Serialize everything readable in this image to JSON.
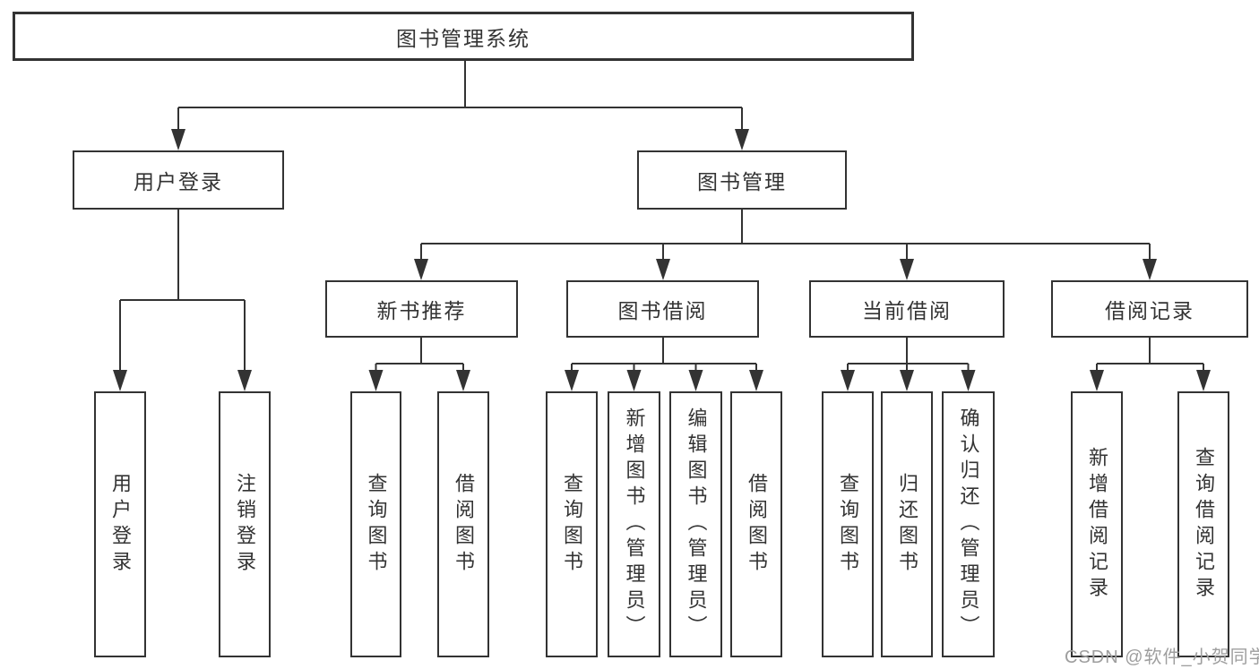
{
  "diagram": {
    "root": "图书管理系统",
    "level2": [
      "用户登录",
      "图书管理"
    ],
    "level3": [
      "新书推荐",
      "图书借阅",
      "当前借阅",
      "借阅记录"
    ],
    "leaves": {
      "user_login": [
        "用户登录",
        "注销登录"
      ],
      "new_book": [
        "查询图书",
        "借阅图书"
      ],
      "book_borrow": [
        "查询图书",
        "新增图书（管理员）",
        "编辑图书（管理员）",
        "借阅图书"
      ],
      "current_borrow": [
        "查询图书",
        "归还图书",
        "确认归还（管理员）"
      ],
      "borrow_record": [
        "新增借阅记录",
        "查询借阅记录"
      ]
    }
  },
  "watermark": "CSDN @软件_小贺同学",
  "colors": {
    "line": "#333333",
    "text": "#333333",
    "box_background": "#ffffff",
    "watermark": "#9e9e9e",
    "background": "#ffffff"
  }
}
